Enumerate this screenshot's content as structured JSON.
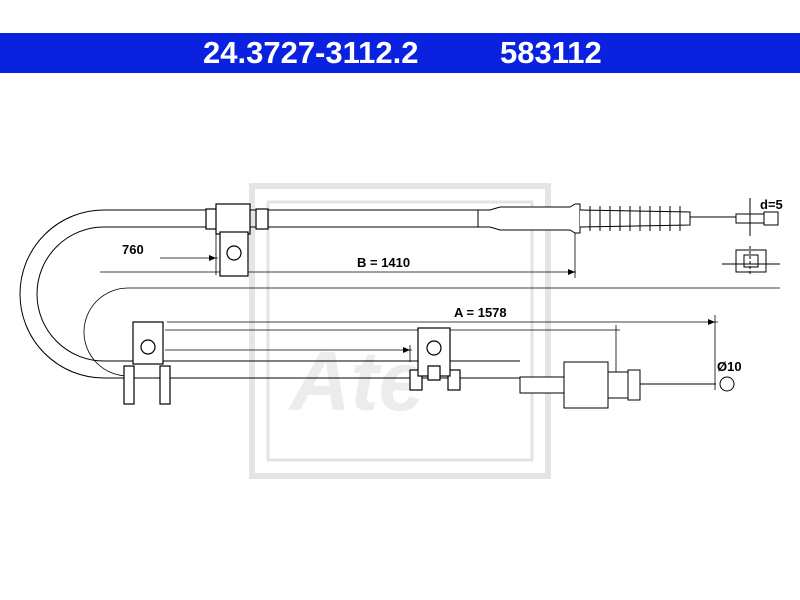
{
  "header": {
    "part_number": "24.3727-3112.2",
    "code": "583112",
    "background": "#0a22e0"
  },
  "watermark": {
    "logo": "Ate"
  },
  "dimensions": {
    "d760": "760",
    "b": "B = 1410",
    "a": "A = 1578",
    "diameter": "Ø10",
    "d5": "d=5"
  }
}
